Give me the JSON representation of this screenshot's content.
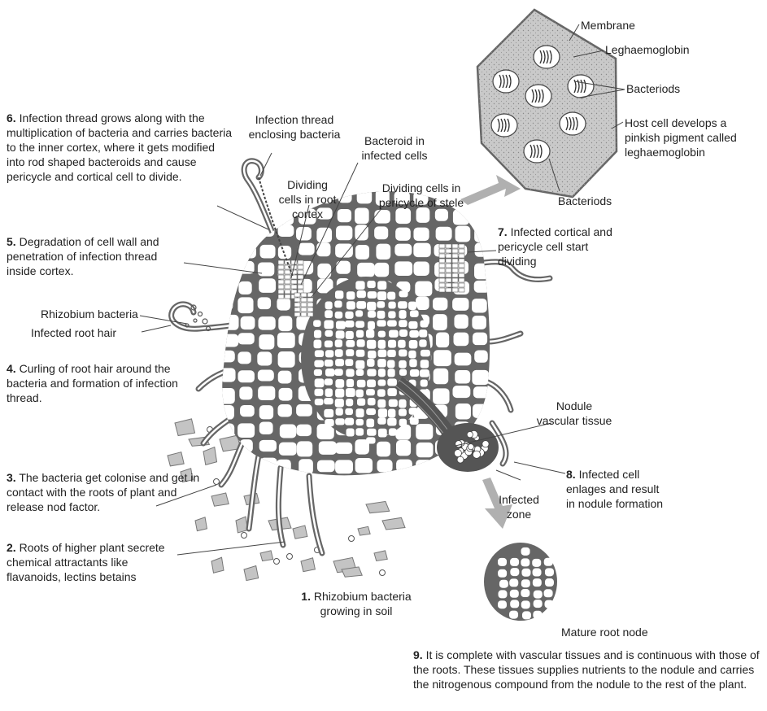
{
  "colors": {
    "wall": "#666666",
    "wall_dark": "#555555",
    "cell": "#ffffff",
    "soil": "#c4c4c4",
    "arrow": "#b0b0b0",
    "host_cell": "#c9c9c9",
    "text": "#222222"
  },
  "labels": {
    "membrane": "Membrane",
    "leghaemoglobin": "Leghaemoglobin",
    "bacteriods_top": "Bacteriods",
    "host_cell_note": "Host cell develops a pinkish pigment called leghaemoglobin",
    "bacteriods_bottom": "Bacteriods",
    "infection_thread_enclosing": "Infection thread enclosing bacteria",
    "bacteroid_infected_cells": "Bacteroid in infected cells",
    "dividing_cells_cortex": "Dividing cells in root cortex",
    "dividing_cells_pericycle": "Dividing cells in pericycle of stele",
    "rhizobium_bacteria": "Rhizobium bacteria",
    "infected_root_hair": "Infected root hair",
    "nodule_vascular_tissue": "Nodule vascular tissue",
    "infected_zone": "Infected zone",
    "mature_root_node": "Mature root node"
  },
  "steps": [
    {
      "num": "1.",
      "text": "Rhizobium bacteria growing in soil"
    },
    {
      "num": "2.",
      "text": "Roots of higher plant secrete chemical attractants like flavanoids, lectins betains"
    },
    {
      "num": "3.",
      "text": "The bacteria get colonise and  get in contact with the roots of plant and release nod factor."
    },
    {
      "num": "4.",
      "text": "Curling of root hair around the bacteria and formation of infection thread."
    },
    {
      "num": "5.",
      "text": "Degradation of cell wall and penetration of infection thread inside cortex."
    },
    {
      "num": "6.",
      "text": "Infection thread grows along with the multiplication of bacteria and carries bacteria to the inner cortex, where it gets modified into rod shaped bacteroids and cause pericycle and cortical cell to divide."
    },
    {
      "num": "7.",
      "text": "Infected cortical and pericycle cell start dividing"
    },
    {
      "num": "8.",
      "text": "Infected cell enlages and result in nodule formation"
    },
    {
      "num": "9.",
      "text": "It is complete with vascular tissues and is continuous with those of the roots. These tissues supplies nutrients to the nodule and carries the nitrogenous compound from the nodule to the rest of the plant."
    }
  ]
}
